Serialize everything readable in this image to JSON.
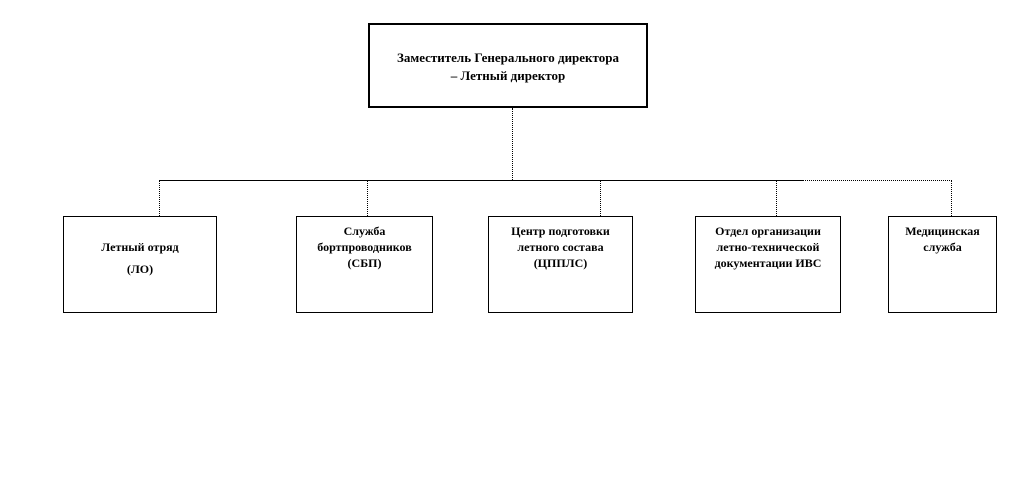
{
  "head": {
    "line1": "Заместитель Генерального директора",
    "line2": "– Летный директор"
  },
  "units": [
    {
      "lines": [
        "Летный отряд",
        "(ЛО)"
      ]
    },
    {
      "lines": [
        "Служба",
        "бортпроводников",
        "(СБП)"
      ]
    },
    {
      "lines": [
        "Центр подготовки",
        "летного состава",
        "(ЦППЛС)"
      ]
    },
    {
      "lines": [
        "Отдел организации",
        "летно-технической",
        "документации ИВС"
      ]
    },
    {
      "lines": [
        "Медицинская",
        "служба"
      ]
    }
  ]
}
